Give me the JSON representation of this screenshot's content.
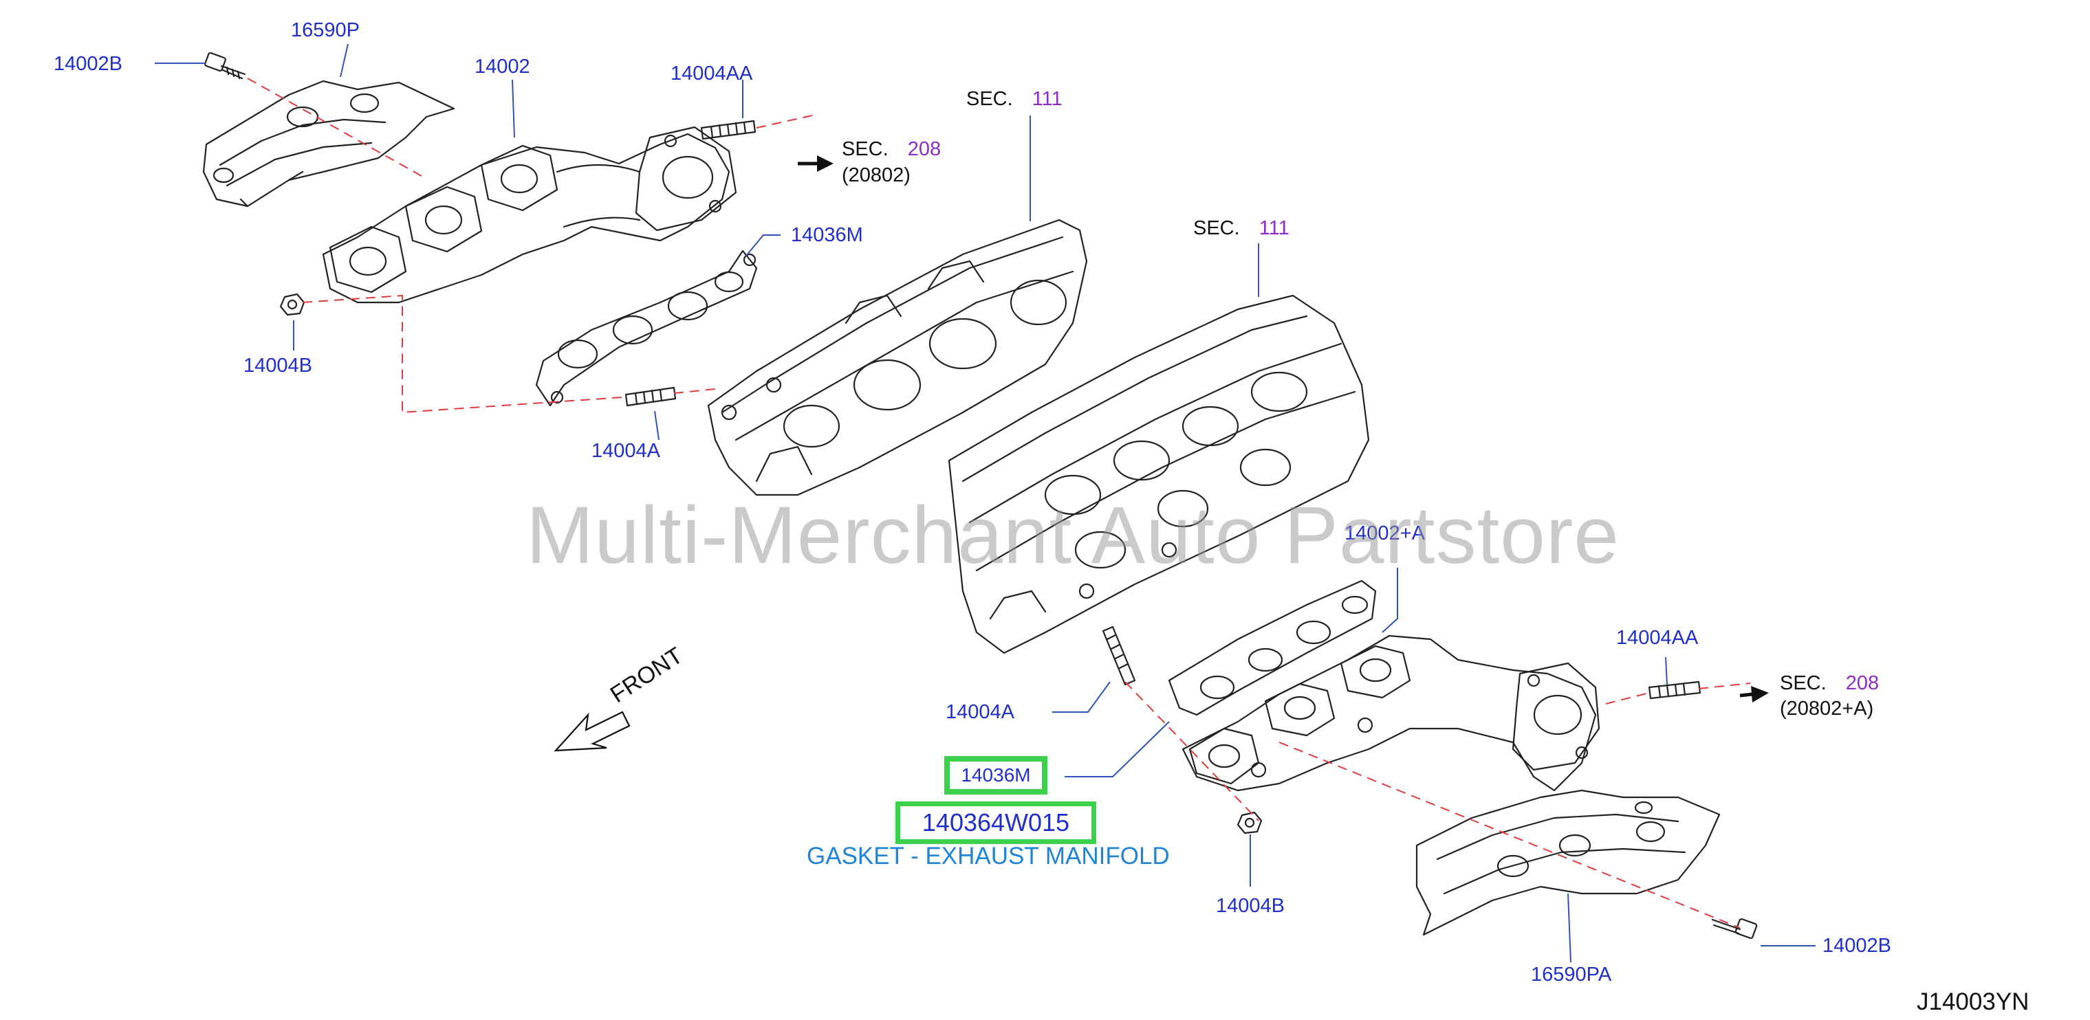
{
  "labels": {
    "p16590P": "16590P",
    "p14002B_top": "14002B",
    "p14002_top": "14002",
    "p14004AA_top": "14004AA",
    "p14036M_top": "14036M",
    "p14004B_top": "14004B",
    "p14004A_top": "14004A",
    "p14002A": "14002+A",
    "p14004AA_bot": "14004AA",
    "p14004A_bot": "14004A",
    "p14004B_bot": "14004B",
    "p14002B_bot": "14002B",
    "p16590PA": "16590PA"
  },
  "sections": {
    "sec111_top": {
      "prefix": "SEC.",
      "num": "111"
    },
    "sec111_mid": {
      "prefix": "SEC.",
      "num": "111"
    },
    "sec208_top": {
      "prefix": "SEC.",
      "num": "208",
      "ref": "(20802)"
    },
    "sec208_bot": {
      "prefix": "SEC.",
      "num": "208",
      "ref": "(20802+A)"
    }
  },
  "highlight": {
    "part_ref": "14036M",
    "part_number": "140364W015",
    "description": "GASKET - EXHAUST MANIFOLD"
  },
  "front_label": "FRONT",
  "watermark": "Multi-Merchant Auto Partstore",
  "diagram_code": "J14003YN",
  "colors": {
    "label_blue": "#1f2fc8",
    "section_purple": "#8b2bc8",
    "highlight_green": "#3ad24a",
    "description_blue": "#1e84d8",
    "dash_red": "#e23b3b"
  }
}
